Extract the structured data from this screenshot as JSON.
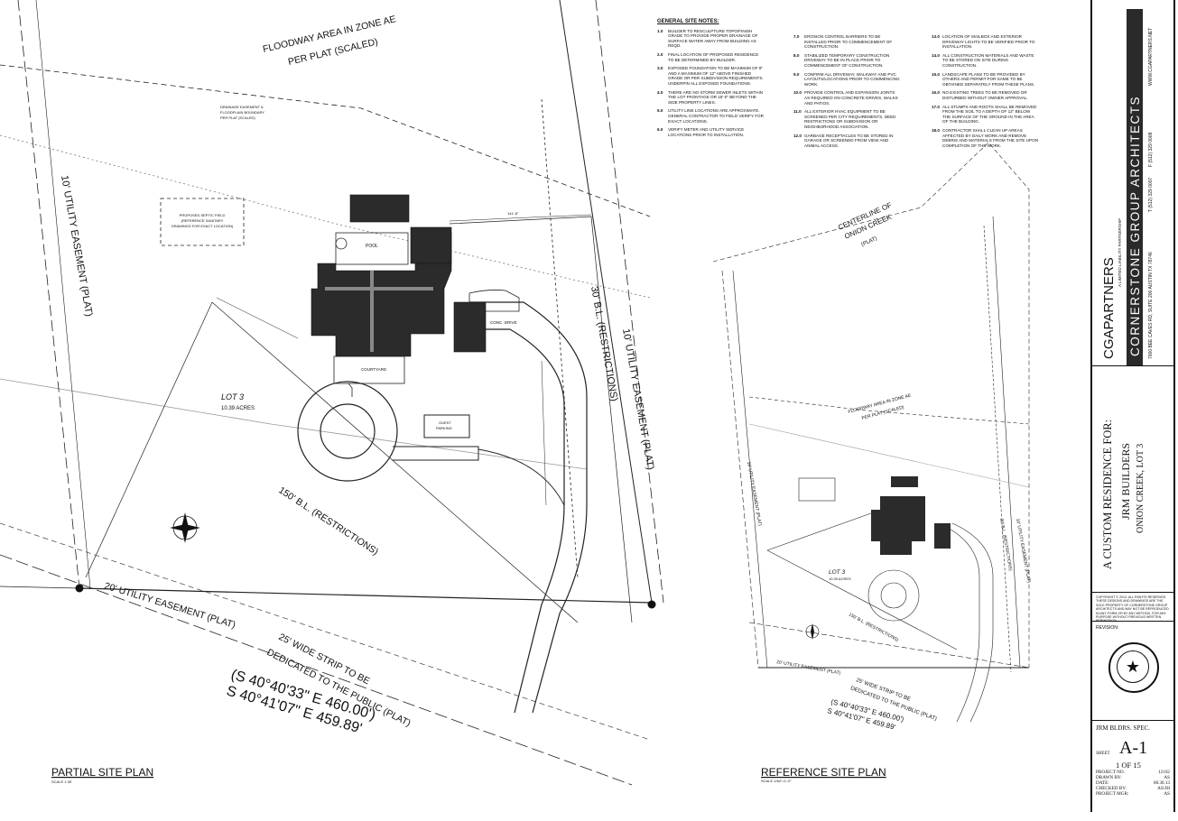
{
  "sheet": {
    "labels": {
      "floodway_zone": "FLOODWAY AREA IN ZONE AE",
      "per_plat_scaled": "PER PLAT (SCALED)",
      "drainage_easement_1": "DRAINAGE EASEMENT &",
      "drainage_easement_2": "FLOODPLAIN BOUNDARY",
      "drainage_easement_3": "PER PLAT (SCALED)",
      "utility_10_left": "10' UTILITY EASEMENT (PLAT)",
      "utility_10_right": "10' UTILITY EASEMENT (PLAT)",
      "bl_30": "30' B.L. (RESTRICTIONS)",
      "bl_150": "150' B.L. (RESTRICTIONS)",
      "utility_20": "20' UTILITY EASEMENT (PLAT)",
      "strip_1": "25' WIDE STRIP TO BE",
      "strip_2": "DEDICATED TO THE PUBLIC (PLAT)",
      "bearing_1": "(S 40°40'33\" E  460.00')",
      "bearing_2": "S 40°41'07\" E  459.89'",
      "septic_1": "PROPOSED SEPTIC FIELD",
      "septic_2": "(REFERENCE SANITARY",
      "septic_3": "DRAWINGS FOR EXACT LOCATION)",
      "pool": "POOL",
      "courtyard": "COURTYARD",
      "conc_drive": "CONC. DRIVE",
      "guest_parking_1": "GUEST",
      "guest_parking_2": "PARKING",
      "lot": "LOT 3",
      "acres": "10.39 ACRES",
      "dim_141": "141'-8\"",
      "partial_title": "PARTIAL SITE PLAN",
      "partial_scale": "SCALE 1:30'",
      "ref_title": "REFERENCE SITE PLAN",
      "ref_scale": "SCALE 1/64\"=1'-0\"",
      "centerline_1": "CENTERLINE OF",
      "centerline_2": "ONION CREEK",
      "centerline_3": "(PLAT)",
      "ref_floodway_1": "FLOODWAY AREA IN ZONE AE",
      "ref_floodway_2": "PER PLAT (SCALED)",
      "ref_lot": "LOT 3",
      "ref_acres": "10.39 ACRES",
      "ref_bl_150": "150' B.L. (RESTRICTIONS)",
      "ref_utility_20": "20' UTILITY EASEMENT (PLAT)",
      "ref_strip_1": "25' WIDE STRIP TO BE",
      "ref_strip_2": "DEDICATED TO THE PUBLIC (PLAT)",
      "ref_bearing_1": "(S 40°40'33\" E  460.00')",
      "ref_bearing_2": "S 40°41'07\" E  459.89'",
      "ref_utility_10_left": "10' UTILITY EASEMENT (PLAT)",
      "ref_bl_30": "30' B.L. (RESTRICTIONS)",
      "ref_utility_10_right": "10' UTILITY EASEMENT (PLAT)"
    }
  },
  "notes": {
    "title": "GENERAL SITE NOTES:",
    "columns": [
      [
        {
          "num": "1.0",
          "text": "Builder to resculpture topo/finish grade to provide proper drainage of surface water away from building as reqd."
        },
        {
          "num": "2.0",
          "text": "Final location of proposed residence to be determined by builder."
        },
        {
          "num": "3.0",
          "text": "Exposed foundation to be maximum of 8\" and a maximum of 12\" above finished grade or per subdivision requirements. Underpin all exposed foundations."
        },
        {
          "num": "4.0",
          "text": "There are no storm sewer inlets within the lot frontage or 15'-0\" beyond the side property lines."
        },
        {
          "num": "5.0",
          "text": "Utility line locations are approximate. General contractor to field verify for exact locations."
        },
        {
          "num": "6.0",
          "text": "Verify meter and utility service locations prior to installation."
        }
      ],
      [
        {
          "num": "7.0",
          "text": "Erosion control barriers to be installed prior to commencement of construction."
        },
        {
          "num": "8.0",
          "text": "Stabilized temporary construction driveway to be in place prior to commencement of construction."
        },
        {
          "num": "9.0",
          "text": "Confirm all driveway, walkway and PVC layouts/locations prior to commencing work."
        },
        {
          "num": "10.0",
          "text": "Provide control and expansion joints as required on concrete drives, walks and patios."
        },
        {
          "num": "11.0",
          "text": "All exterior HVAC equipment to be screened per city requirements, deed restrictions or subdivision or neighborhood association."
        },
        {
          "num": "12.0",
          "text": "Garbage receptacles to be stored in garage or screened from view and animal access."
        }
      ],
      [
        {
          "num": "13.0",
          "text": "Location of mailbox and exterior driveway lights to be verified prior to installation."
        },
        {
          "num": "14.0",
          "text": "All construction materials and waste to be stored on site during construction."
        },
        {
          "num": "15.0",
          "text": "Landscape plans to be provided by others and permit for same to be obtained separately from these plans."
        },
        {
          "num": "16.0",
          "text": "No existing trees to be removed or disturbed without owner approval."
        },
        {
          "num": "17.0",
          "text": "All stumps and roots shall be removed from the soil to a depth of 12\" below the surface of the ground in the area of the building."
        },
        {
          "num": "18.0",
          "text": "Contractor shall clean up areas affected by daily work and remove debris and materials from the site upon completion of the work."
        }
      ]
    ]
  },
  "title_block": {
    "firm_short": "CGAPARTNERS",
    "firm_note": "A LIMITED LIABILITY PARTNERSHIP",
    "firm_name": "CORNERSTONE GROUP ARCHITECTS",
    "address": "7000 BEE CAVES RD, SUITE 200 AUSTIN TX 78746",
    "phone": "T (512) 329 0007",
    "fax": "F (512) 329 0008",
    "web": "WWW.CGAPARTNERS.NET",
    "project_line": "A CUSTOM RESIDENCE FOR:",
    "client": "JRM BUILDERS",
    "location": "ONION CREEK, LOT 3",
    "copyright": "COPYRIGHT © 2013. ALL RIGHTS RESERVED. THESE DESIGNS AND DRAWINGS ARE THE SOLE PROPERTY OF CORNERSTONE GROUP ARCHITECTS AND MAY NOT BE REPRODUCED IN ANY FORM OR BY ANY METHOD, FOR ANY PURPOSE WITHOUT PREVIOUS WRITTEN PERMISSION.",
    "revision_label": "REVISION:",
    "spec": "JRM BLDRS. SPEC.",
    "sheet_label": "SHEET",
    "sheet_number": "A-1",
    "sheet_of": "1 OF 15",
    "meta": [
      {
        "label": "PROJECT NO.",
        "value": "12102"
      },
      {
        "label": "DRAWN BY:",
        "value": "AS"
      },
      {
        "label": "DATE:",
        "value": "08.30.13"
      },
      {
        "label": "CHECKED BY:",
        "value": "AS/JH"
      },
      {
        "label": "PROJECT MGR:",
        "value": "AS"
      }
    ]
  }
}
